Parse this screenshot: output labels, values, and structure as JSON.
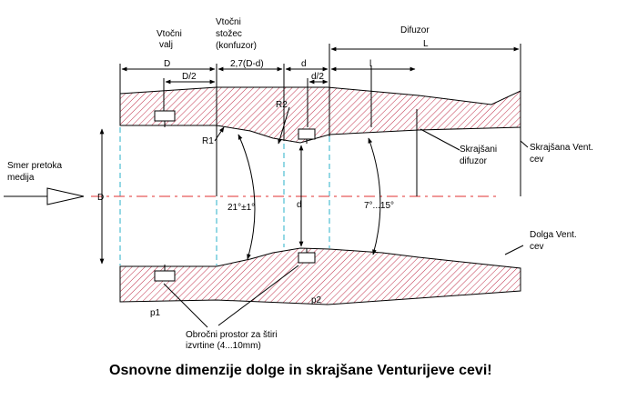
{
  "labels": {
    "inlet_cylinder_line1": "Vtočni",
    "inlet_cylinder_line2": "valj",
    "confuser_line1": "Vtočni",
    "confuser_line2": "stožec",
    "confuser_line3": "(konfuzor)",
    "diffuser": "Difuzor",
    "dim_D": "D",
    "dim_D_half": "D/2",
    "dim_confuser_len": "2,7(D-d)",
    "dim_d": "d",
    "dim_d_half": "d/2",
    "dim_l": "l",
    "dim_L": "L",
    "R2": "R2",
    "R1": "R1",
    "flow_line1": "Smer pretoka",
    "flow_line2": "medija",
    "D_left": "D",
    "d_mid": "d",
    "angle_confuser": "21°±1°",
    "angle_diffuser": "7°...15°",
    "short_diffuser_line1": "Skrajšani",
    "short_diffuser_line2": "difuzor",
    "short_tube_line1": "Skrajšana Vent.",
    "short_tube_line2": "cev",
    "long_tube_line1": "Dolga Vent.",
    "long_tube_line2": "cev",
    "p1": "p1",
    "p2": "p2",
    "annulus_line1": "Obročni prostor za štiri",
    "annulus_line2": "izvrtine (4...10mm)"
  },
  "caption": "Osnovne dimenzije dolge in skrajšane Venturijeve cevi!",
  "colors": {
    "hatch": "#c0304a",
    "axis": "#e03030",
    "guide": "#2ab0c8",
    "line": "#000000"
  }
}
